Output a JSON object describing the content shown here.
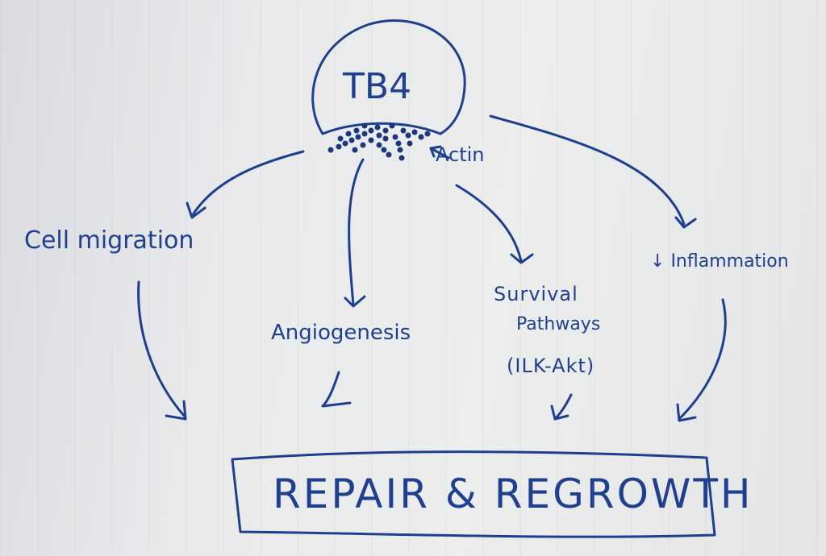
{
  "diagram": {
    "center_node": "TB4",
    "actin_label": "Actin",
    "effects": {
      "cell_migration": "Cell migration",
      "angiogenesis": "Angiogenesis",
      "survival_line1": "Survival",
      "survival_line2": "Pathways",
      "survival_line3": "(ILK-Akt)",
      "inflammation_arrow": "↓",
      "inflammation": "Inflammation"
    },
    "outcome": "REPAIR & REGROWTH"
  },
  "colors": {
    "ink": "#1e3f8f",
    "paper": "#e6e7e9"
  }
}
